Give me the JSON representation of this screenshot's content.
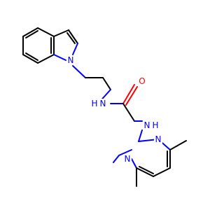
{
  "molecule": {
    "colors": {
      "carbon_bond": "#000000",
      "nitrogen": "#0000ff",
      "oxygen": "#ff0000",
      "background": "#ffffff"
    },
    "atom_labels": {
      "indole_n": "N",
      "amide_nh": "H",
      "amide_n": "N",
      "carbonyl_o": "O",
      "amine_n": "N",
      "amine_h": "H",
      "pyrimidine_n1": "N",
      "pyrimidine_n3": "N"
    }
  }
}
